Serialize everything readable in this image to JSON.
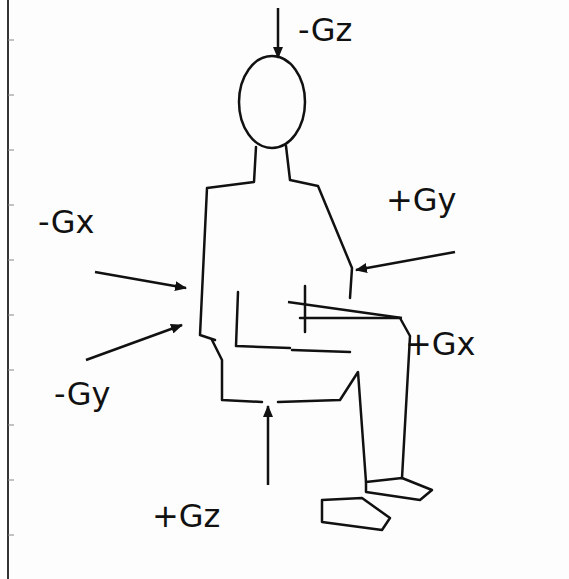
{
  "diagram": {
    "labels": [
      "-Gz",
      "-Gx",
      "+Gy",
      "+Gx",
      "-Gy",
      "+Gz"
    ]
  }
}
